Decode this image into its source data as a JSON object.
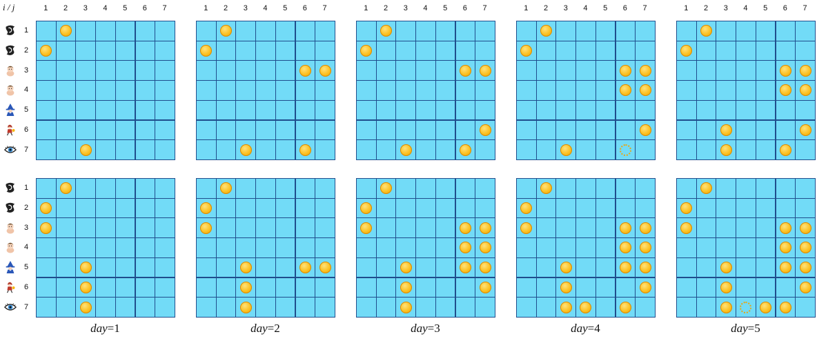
{
  "header": {
    "corner": "i / j"
  },
  "columns": [
    "1",
    "2",
    "3",
    "4",
    "5",
    "6",
    "7"
  ],
  "rows": [
    {
      "label": "1",
      "icon": "spiral-black-icon"
    },
    {
      "label": "2",
      "icon": "spiral-black-icon"
    },
    {
      "label": "3",
      "icon": "boy-face-icon"
    },
    {
      "label": "4",
      "icon": "boy-face-icon"
    },
    {
      "label": "5",
      "icon": "wizard-icon"
    },
    {
      "label": "6",
      "icon": "girl-runner-icon"
    },
    {
      "label": "7",
      "icon": "eye-icon"
    }
  ],
  "days": [
    {
      "prefix": "day",
      "suffix": "=1"
    },
    {
      "prefix": "day",
      "suffix": "=2"
    },
    {
      "prefix": "day",
      "suffix": "=3"
    },
    {
      "prefix": "day",
      "suffix": "=4"
    },
    {
      "prefix": "day",
      "suffix": "=5"
    }
  ],
  "colors": {
    "cell": "#72dbf7",
    "border": "#1f4d8c",
    "coin": "#fbbf1e"
  },
  "panels": [
    [
      {
        "coins": [
          [
            1,
            2
          ],
          [
            2,
            1
          ],
          [
            7,
            3
          ]
        ],
        "ghosts": []
      },
      {
        "coins": [
          [
            1,
            2
          ],
          [
            2,
            1
          ],
          [
            3,
            6
          ],
          [
            3,
            7
          ],
          [
            7,
            3
          ],
          [
            7,
            6
          ]
        ],
        "ghosts": []
      },
      {
        "coins": [
          [
            1,
            2
          ],
          [
            2,
            1
          ],
          [
            3,
            6
          ],
          [
            3,
            7
          ],
          [
            6,
            7
          ],
          [
            7,
            3
          ],
          [
            7,
            6
          ]
        ],
        "ghosts": []
      },
      {
        "coins": [
          [
            1,
            2
          ],
          [
            2,
            1
          ],
          [
            3,
            6
          ],
          [
            3,
            7
          ],
          [
            4,
            6
          ],
          [
            4,
            7
          ],
          [
            6,
            7
          ],
          [
            7,
            3
          ]
        ],
        "ghosts": [
          [
            7,
            6
          ]
        ]
      },
      {
        "coins": [
          [
            1,
            2
          ],
          [
            2,
            1
          ],
          [
            3,
            6
          ],
          [
            3,
            7
          ],
          [
            4,
            6
          ],
          [
            4,
            7
          ],
          [
            6,
            3
          ],
          [
            6,
            7
          ],
          [
            7,
            3
          ],
          [
            7,
            6
          ]
        ],
        "ghosts": []
      }
    ],
    [
      {
        "coins": [
          [
            1,
            2
          ],
          [
            2,
            1
          ],
          [
            3,
            1
          ],
          [
            5,
            3
          ],
          [
            6,
            3
          ],
          [
            7,
            3
          ]
        ],
        "ghosts": []
      },
      {
        "coins": [
          [
            1,
            2
          ],
          [
            2,
            1
          ],
          [
            3,
            1
          ],
          [
            5,
            3
          ],
          [
            5,
            6
          ],
          [
            5,
            7
          ],
          [
            6,
            3
          ],
          [
            7,
            3
          ]
        ],
        "ghosts": []
      },
      {
        "coins": [
          [
            1,
            2
          ],
          [
            2,
            1
          ],
          [
            3,
            1
          ],
          [
            3,
            6
          ],
          [
            3,
            7
          ],
          [
            4,
            6
          ],
          [
            4,
            7
          ],
          [
            5,
            3
          ],
          [
            5,
            6
          ],
          [
            5,
            7
          ],
          [
            6,
            3
          ],
          [
            6,
            7
          ],
          [
            7,
            3
          ]
        ],
        "ghosts": []
      },
      {
        "coins": [
          [
            1,
            2
          ],
          [
            2,
            1
          ],
          [
            3,
            1
          ],
          [
            3,
            6
          ],
          [
            3,
            7
          ],
          [
            4,
            6
          ],
          [
            4,
            7
          ],
          [
            5,
            3
          ],
          [
            5,
            6
          ],
          [
            5,
            7
          ],
          [
            6,
            3
          ],
          [
            6,
            7
          ],
          [
            7,
            3
          ],
          [
            7,
            4
          ],
          [
            7,
            6
          ]
        ],
        "ghosts": []
      },
      {
        "coins": [
          [
            1,
            2
          ],
          [
            2,
            1
          ],
          [
            3,
            1
          ],
          [
            3,
            6
          ],
          [
            3,
            7
          ],
          [
            4,
            6
          ],
          [
            4,
            7
          ],
          [
            5,
            3
          ],
          [
            5,
            6
          ],
          [
            5,
            7
          ],
          [
            6,
            3
          ],
          [
            6,
            7
          ],
          [
            7,
            3
          ],
          [
            7,
            5
          ],
          [
            7,
            6
          ]
        ],
        "ghosts": [
          [
            7,
            4
          ]
        ]
      }
    ]
  ]
}
